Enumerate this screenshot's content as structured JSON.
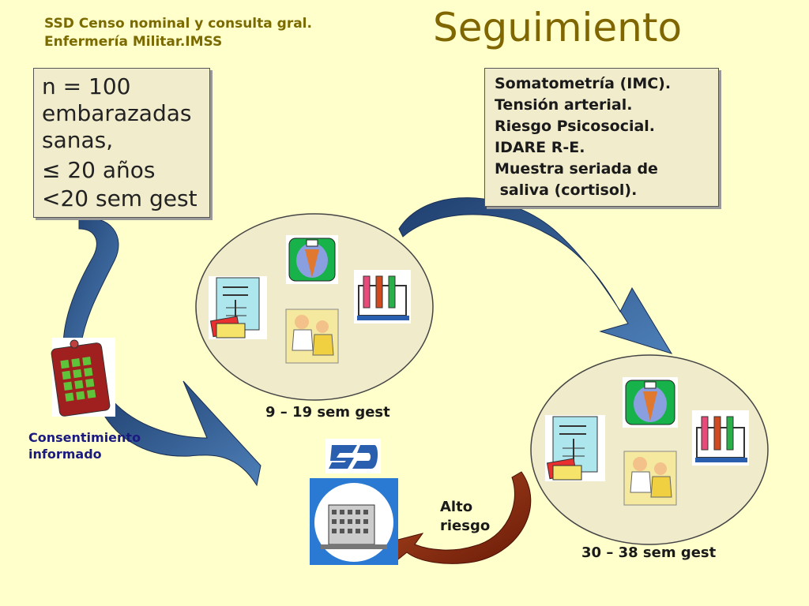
{
  "header": {
    "line1": "SSD Censo nominal y consulta gral.",
    "line2": "Enfermería Militar.IMSS"
  },
  "title": "Seguimiento",
  "left_box": {
    "lines": [
      "n = 100",
      "embarazadas",
      "sanas,",
      "≤ 20 años",
      "<20 sem gest"
    ]
  },
  "right_box": {
    "lines": [
      "Somatometría (IMC).",
      "Tensión arterial.",
      "Riesgo Psicosocial.",
      "IDARE R-E.",
      "Muestra seriada de",
      " saliva (cortisol)."
    ]
  },
  "captions": {
    "consent_line1": "Consentimiento",
    "consent_line2": "informado",
    "stage1": "9 – 19 sem gest",
    "stage2": "30 – 38 sem gest",
    "high_risk_line1": "Alto",
    "high_risk_line2": "riesgo"
  },
  "icons": [
    "female-symbol-icon",
    "clipboard-icon",
    "scale-icon",
    "test-tubes-icon",
    "document-icon",
    "nurse-patient-icon",
    "imss-logo-icon",
    "hospital-building-icon"
  ],
  "colors": {
    "background": "#ffffcc",
    "header_text": "#7a6a00",
    "blue_arrow": "#2f5b8f",
    "red_arrow": "#8a2a10",
    "circle_fill": "#f0ebcb"
  }
}
